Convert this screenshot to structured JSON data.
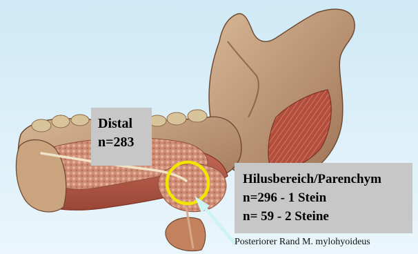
{
  "labels": {
    "distal": {
      "title": "Distal",
      "count": "n=283"
    },
    "hilus": {
      "title": "Hilusbereich/Parenchym",
      "line1": "n=296 - 1 Stein",
      "line2": "n= 59 - 2 Steine"
    },
    "caption": "Posteriorer Rand M. mylohyoideus"
  },
  "colors": {
    "background_top": "#cfe9f6",
    "background_bottom": "#eaf6fb",
    "bone": "#b98f6f",
    "muscle": "#b85a48",
    "gland": "#d79a84",
    "label_box": "#c7c7c7",
    "highlight_circle": "#f2e600",
    "arrow": "#cdf3f2"
  }
}
